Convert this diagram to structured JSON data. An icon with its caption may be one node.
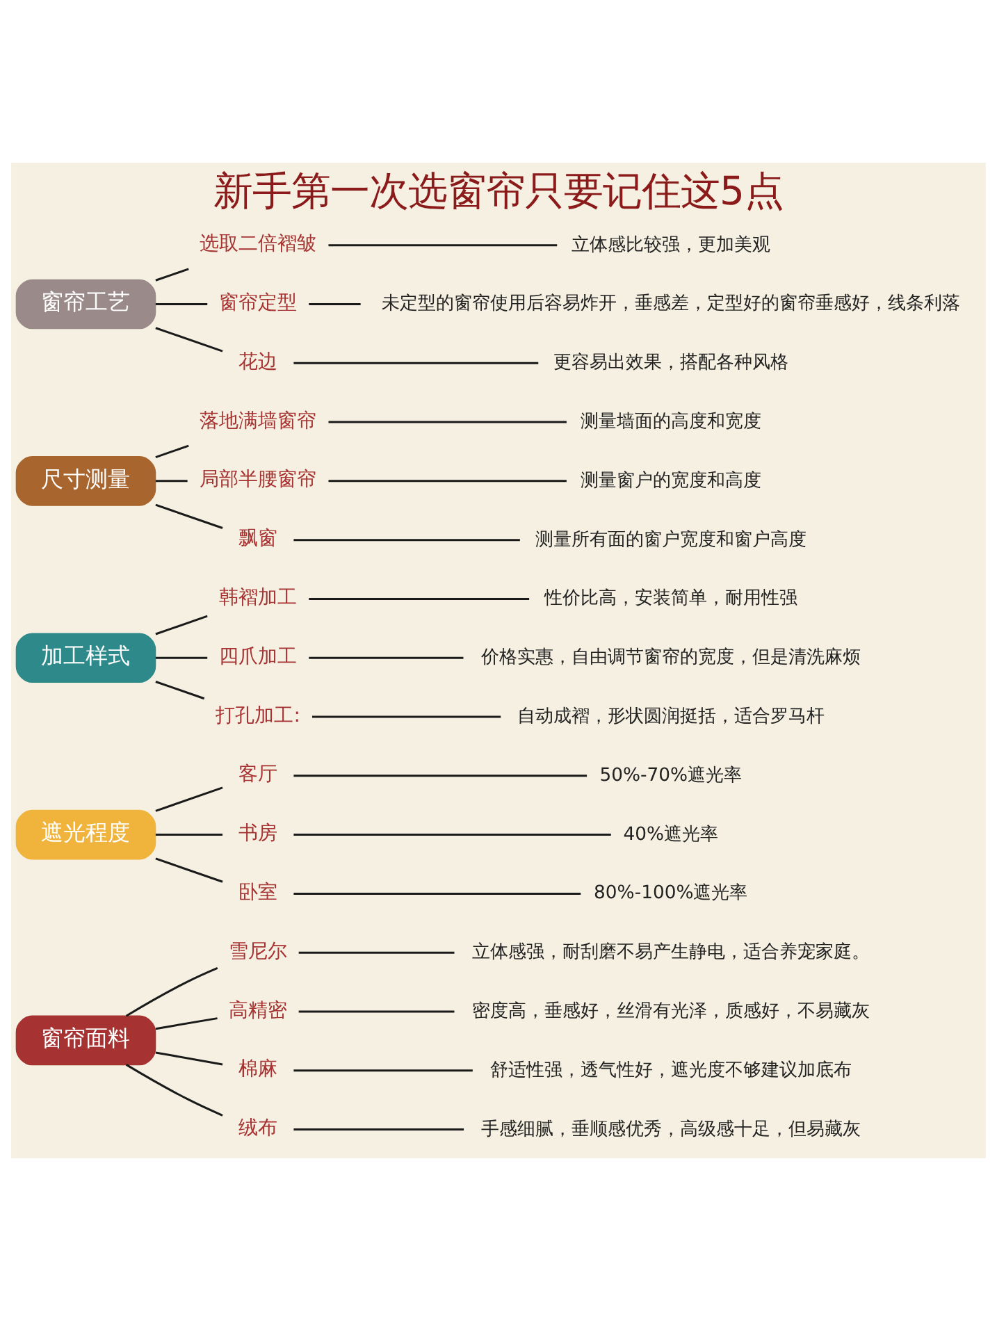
{
  "diagram": {
    "title": "新手第一次选窗帘只要记住这5点",
    "nodes": [
      {
        "text": [
          "窗帘面料"
        ]
      },
      {
        "text": [
          "雪尼尔"
        ]
      },
      {
        "text": [
          "立体感强，耐刮磨不易产生静电，适合养宠家庭。"
        ]
      },
      {
        "text": [
          "高精密"
        ]
      },
      {
        "text": [
          "密度高，垂感好，丝滑有光泽，质感好，不易藏灰"
        ]
      },
      {
        "text": [
          "棉麻"
        ]
      },
      {
        "text": [
          "舒适性强，透气性好，遮光度不够建议加底布"
        ]
      },
      {
        "text": [
          "绒布"
        ]
      },
      {
        "text": [
          "手感细腻，垂顺感优秀，高级感十足，但易藏灰"
        ]
      },
      {
        "text": [
          "遮光程度"
        ]
      },
      {
        "text": [
          "客厅"
        ]
      },
      {
        "text": [
          "50%-70%遮光率"
        ]
      },
      {
        "text": [
          "书房"
        ]
      },
      {
        "text": [
          "40%遮光率"
        ]
      },
      {
        "text": [
          "卧室"
        ]
      },
      {
        "text": [
          "80%-100%遮光率"
        ]
      },
      {
        "text": [
          "加工样式"
        ]
      },
      {
        "text": [
          "韩褶加工"
        ]
      },
      {
        "text": [
          "性价比高，安装简单，耐用性强"
        ]
      },
      {
        "text": [
          "四爪加工"
        ]
      },
      {
        "text": [
          "价格实惠，自由调节窗帘的宽度，但是清洗麻烦"
        ]
      },
      {
        "text": [
          "打孔加工:"
        ]
      },
      {
        "text": [
          "自动成褶，形状圆润挺括，适合罗马杆"
        ]
      },
      {
        "text": [
          "尺寸测量"
        ]
      },
      {
        "text": [
          "落地满墙窗帘"
        ]
      },
      {
        "text": [
          "测量墙面的高度和宽度"
        ]
      },
      {
        "text": [
          "局部半腰窗帘"
        ]
      },
      {
        "text": [
          "测量窗户的宽度和高度"
        ]
      },
      {
        "text": [
          "飘窗"
        ]
      },
      {
        "text": [
          "测量所有面的窗户宽度和窗户高度"
        ]
      },
      {
        "text": [
          "窗帘工艺"
        ]
      },
      {
        "text": [
          "选取二倍褶皱"
        ]
      },
      {
        "text": [
          "立体感比较强，更加美观"
        ]
      },
      {
        "text": [
          "窗帘定型"
        ]
      },
      {
        "text": [
          "未定型的窗帘使用后容易炸开，垂感差，定型好的窗帘垂感好，线条利落"
        ]
      },
      {
        "text": [
          "花边"
        ]
      },
      {
        "text": [
          "更容易出效果，搭配各种风格"
        ]
      }
    ],
    "edges": [
      {
        "from": 0,
        "to": 1,
        "arrow": "none"
      },
      {
        "from": 1,
        "to": 2,
        "arrow": "none"
      },
      {
        "from": 0,
        "to": 3,
        "arrow": "none"
      },
      {
        "from": 3,
        "to": 4,
        "arrow": "none"
      },
      {
        "from": 0,
        "to": 5,
        "arrow": "none"
      },
      {
        "from": 5,
        "to": 6,
        "arrow": "none"
      },
      {
        "from": 0,
        "to": 7,
        "arrow": "none"
      },
      {
        "from": 7,
        "to": 8,
        "arrow": "none"
      },
      {
        "from": 9,
        "to": 10,
        "arrow": "none"
      },
      {
        "from": 10,
        "to": 11,
        "arrow": "none"
      },
      {
        "from": 9,
        "to": 12,
        "arrow": "none"
      },
      {
        "from": 12,
        "to": 13,
        "arrow": "none"
      },
      {
        "from": 9,
        "to": 14,
        "arrow": "none"
      },
      {
        "from": 14,
        "to": 15,
        "arrow": "none"
      },
      {
        "from": 16,
        "to": 17,
        "arrow": "none"
      },
      {
        "from": 17,
        "to": 18,
        "arrow": "none"
      },
      {
        "from": 16,
        "to": 19,
        "arrow": "none"
      },
      {
        "from": 19,
        "to": 20,
        "arrow": "none"
      },
      {
        "from": 16,
        "to": 21,
        "arrow": "none"
      },
      {
        "from": 21,
        "to": 22,
        "arrow": "none"
      },
      {
        "from": 23,
        "to": 24,
        "arrow": "none"
      },
      {
        "from": 24,
        "to": 25,
        "arrow": "none"
      },
      {
        "from": 23,
        "to": 26,
        "arrow": "none"
      },
      {
        "from": 26,
        "to": 27,
        "arrow": "none"
      },
      {
        "from": 23,
        "to": 28,
        "arrow": "none"
      },
      {
        "from": 28,
        "to": 29,
        "arrow": "none"
      },
      {
        "from": 30,
        "to": 31,
        "arrow": "none"
      },
      {
        "from": 31,
        "to": 32,
        "arrow": "none"
      },
      {
        "from": 30,
        "to": 33,
        "arrow": "none"
      },
      {
        "from": 33,
        "to": 34,
        "arrow": "none"
      },
      {
        "from": 30,
        "to": 35,
        "arrow": "none"
      },
      {
        "from": 35,
        "to": 36,
        "arrow": "none"
      }
    ]
  }
}
